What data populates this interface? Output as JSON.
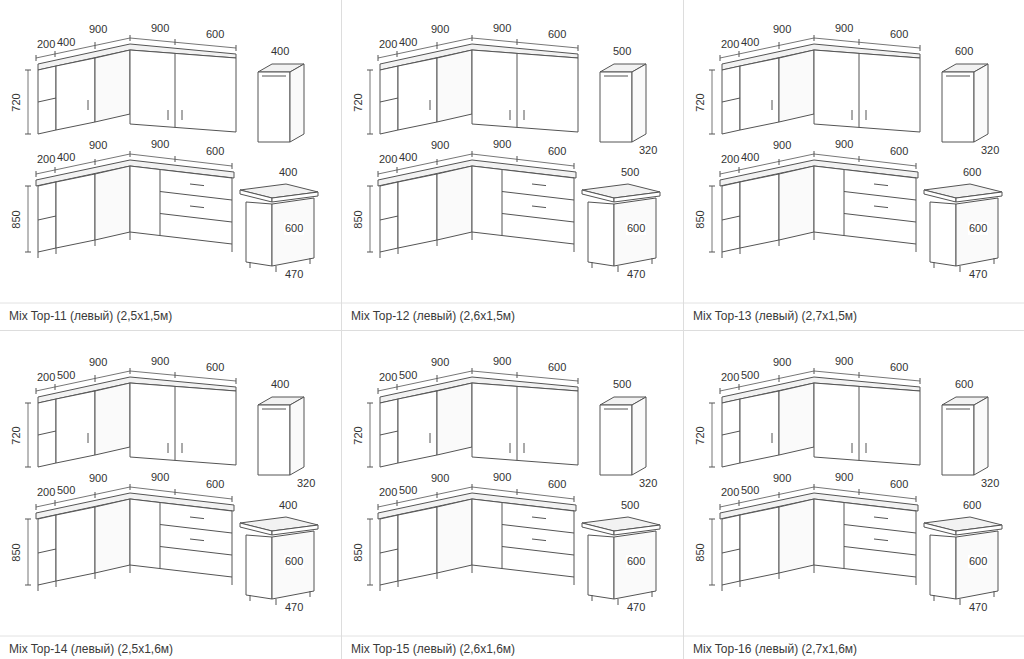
{
  "diagram": {
    "labels": [
      "200",
      "400",
      "900",
      "900",
      "600",
      "720",
      "400",
      "200",
      "400",
      "900",
      "900",
      "600",
      "850",
      "400",
      "600",
      "470",
      "Mix Top-11 (левый) (2,5х1,5м)",
      "200",
      "400",
      "900",
      "900",
      "600",
      "720",
      "500",
      "320",
      "200",
      "400",
      "900",
      "900",
      "600",
      "850",
      "500",
      "600",
      "470",
      "Mix Top-12 (левый) (2,6х1,5м)",
      "200",
      "400",
      "900",
      "900",
      "600",
      "720",
      "600",
      "320",
      "200",
      "400",
      "900",
      "900",
      "600",
      "850",
      "600",
      "600",
      "470",
      "Mix Top-13 (левый) (2,7х1,5м)",
      "200",
      "500",
      "900",
      "900",
      "600",
      "720",
      "400",
      "320",
      "200",
      "500",
      "900",
      "900",
      "600",
      "850",
      "400",
      "600",
      "470",
      "Mix Top-14 (левый) (2,5х1,6м)",
      "200",
      "500",
      "900",
      "900",
      "600",
      "720",
      "500",
      "320",
      "200",
      "500",
      "900",
      "900",
      "600",
      "850",
      "500",
      "600",
      "470",
      "Mix Top-15 (левый) (2,6х1,6м)",
      "200",
      "500",
      "900",
      "900",
      "600",
      "720",
      "600",
      "320",
      "200",
      "500",
      "900",
      "900",
      "600",
      "850",
      "600",
      "600",
      "470",
      "Mix Top-16 (левый) (2,7х1,6м)"
    ]
  }
}
